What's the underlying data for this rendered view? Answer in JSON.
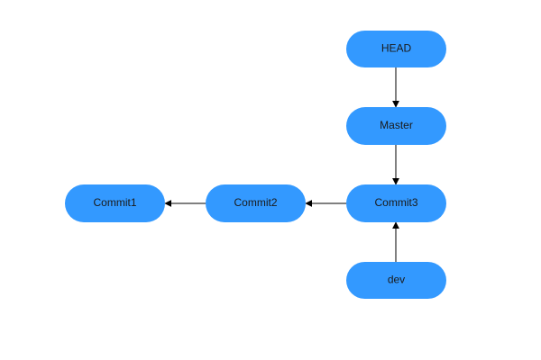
{
  "colors": {
    "node_fill": "#3399ff",
    "node_text": "#1a1a1a",
    "edge": "#000000",
    "background": "#ffffff"
  },
  "nodes": {
    "head": {
      "label": "HEAD"
    },
    "master": {
      "label": "Master"
    },
    "commit1": {
      "label": "Commit1"
    },
    "commit2": {
      "label": "Commit2"
    },
    "commit3": {
      "label": "Commit3"
    },
    "dev": {
      "label": "dev"
    }
  },
  "edges": [
    {
      "from": "head",
      "to": "master"
    },
    {
      "from": "master",
      "to": "commit3"
    },
    {
      "from": "dev",
      "to": "commit3"
    },
    {
      "from": "commit3",
      "to": "commit2"
    },
    {
      "from": "commit2",
      "to": "commit1"
    }
  ]
}
